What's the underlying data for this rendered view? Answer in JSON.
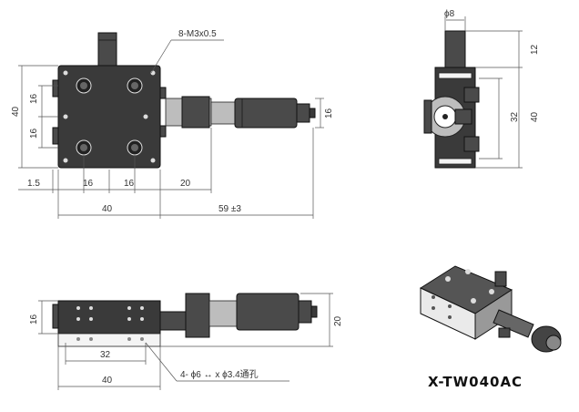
{
  "model_name": "X-TW040AC",
  "thread_note": "8-M3x0.5",
  "hole_note": "4- ϕ6  ↔ x ϕ3.4通孔",
  "top_view": {
    "dims_left": [
      "40",
      "16",
      "16"
    ],
    "dims_bottom": [
      "1.5",
      "16",
      "16",
      "20"
    ],
    "dims_overall": [
      "40",
      "59 ±3"
    ],
    "dim_right": "16"
  },
  "side_view": {
    "dim_top": "ϕ8",
    "dims_right": [
      "12",
      "32",
      "40"
    ]
  },
  "front_view": {
    "dim_left": "16",
    "dim_right": "20",
    "dims_bottom": [
      "32",
      "40"
    ]
  }
}
